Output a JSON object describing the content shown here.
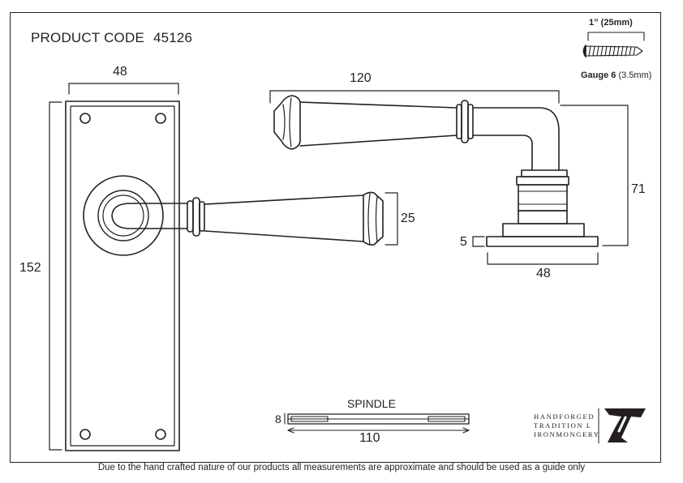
{
  "product": {
    "label": "PRODUCT CODE",
    "code": "45126"
  },
  "dimensions": {
    "backplate_width": "48",
    "backplate_height": "152",
    "lever_length": "120",
    "lever_height": "25",
    "rose_offset": "71",
    "rose_thickness": "5",
    "rose_width": "48",
    "spindle_label": "SPINDLE",
    "spindle_size": "8",
    "spindle_length": "110"
  },
  "screw": {
    "length": "1” (25mm)",
    "gauge_label": "Gauge 6",
    "gauge_mm": "(3.5mm)"
  },
  "brand": {
    "line1": "HANDFORGED",
    "line2": "TRADITION L",
    "line3": "IRONMONGERY",
    "logo": "anvil-logo"
  },
  "footer": "Due to the hand crafted nature of our products all measurements are approximate and should be used as a guide only",
  "colors": {
    "ink": "#231f20",
    "background": "#ffffff"
  }
}
